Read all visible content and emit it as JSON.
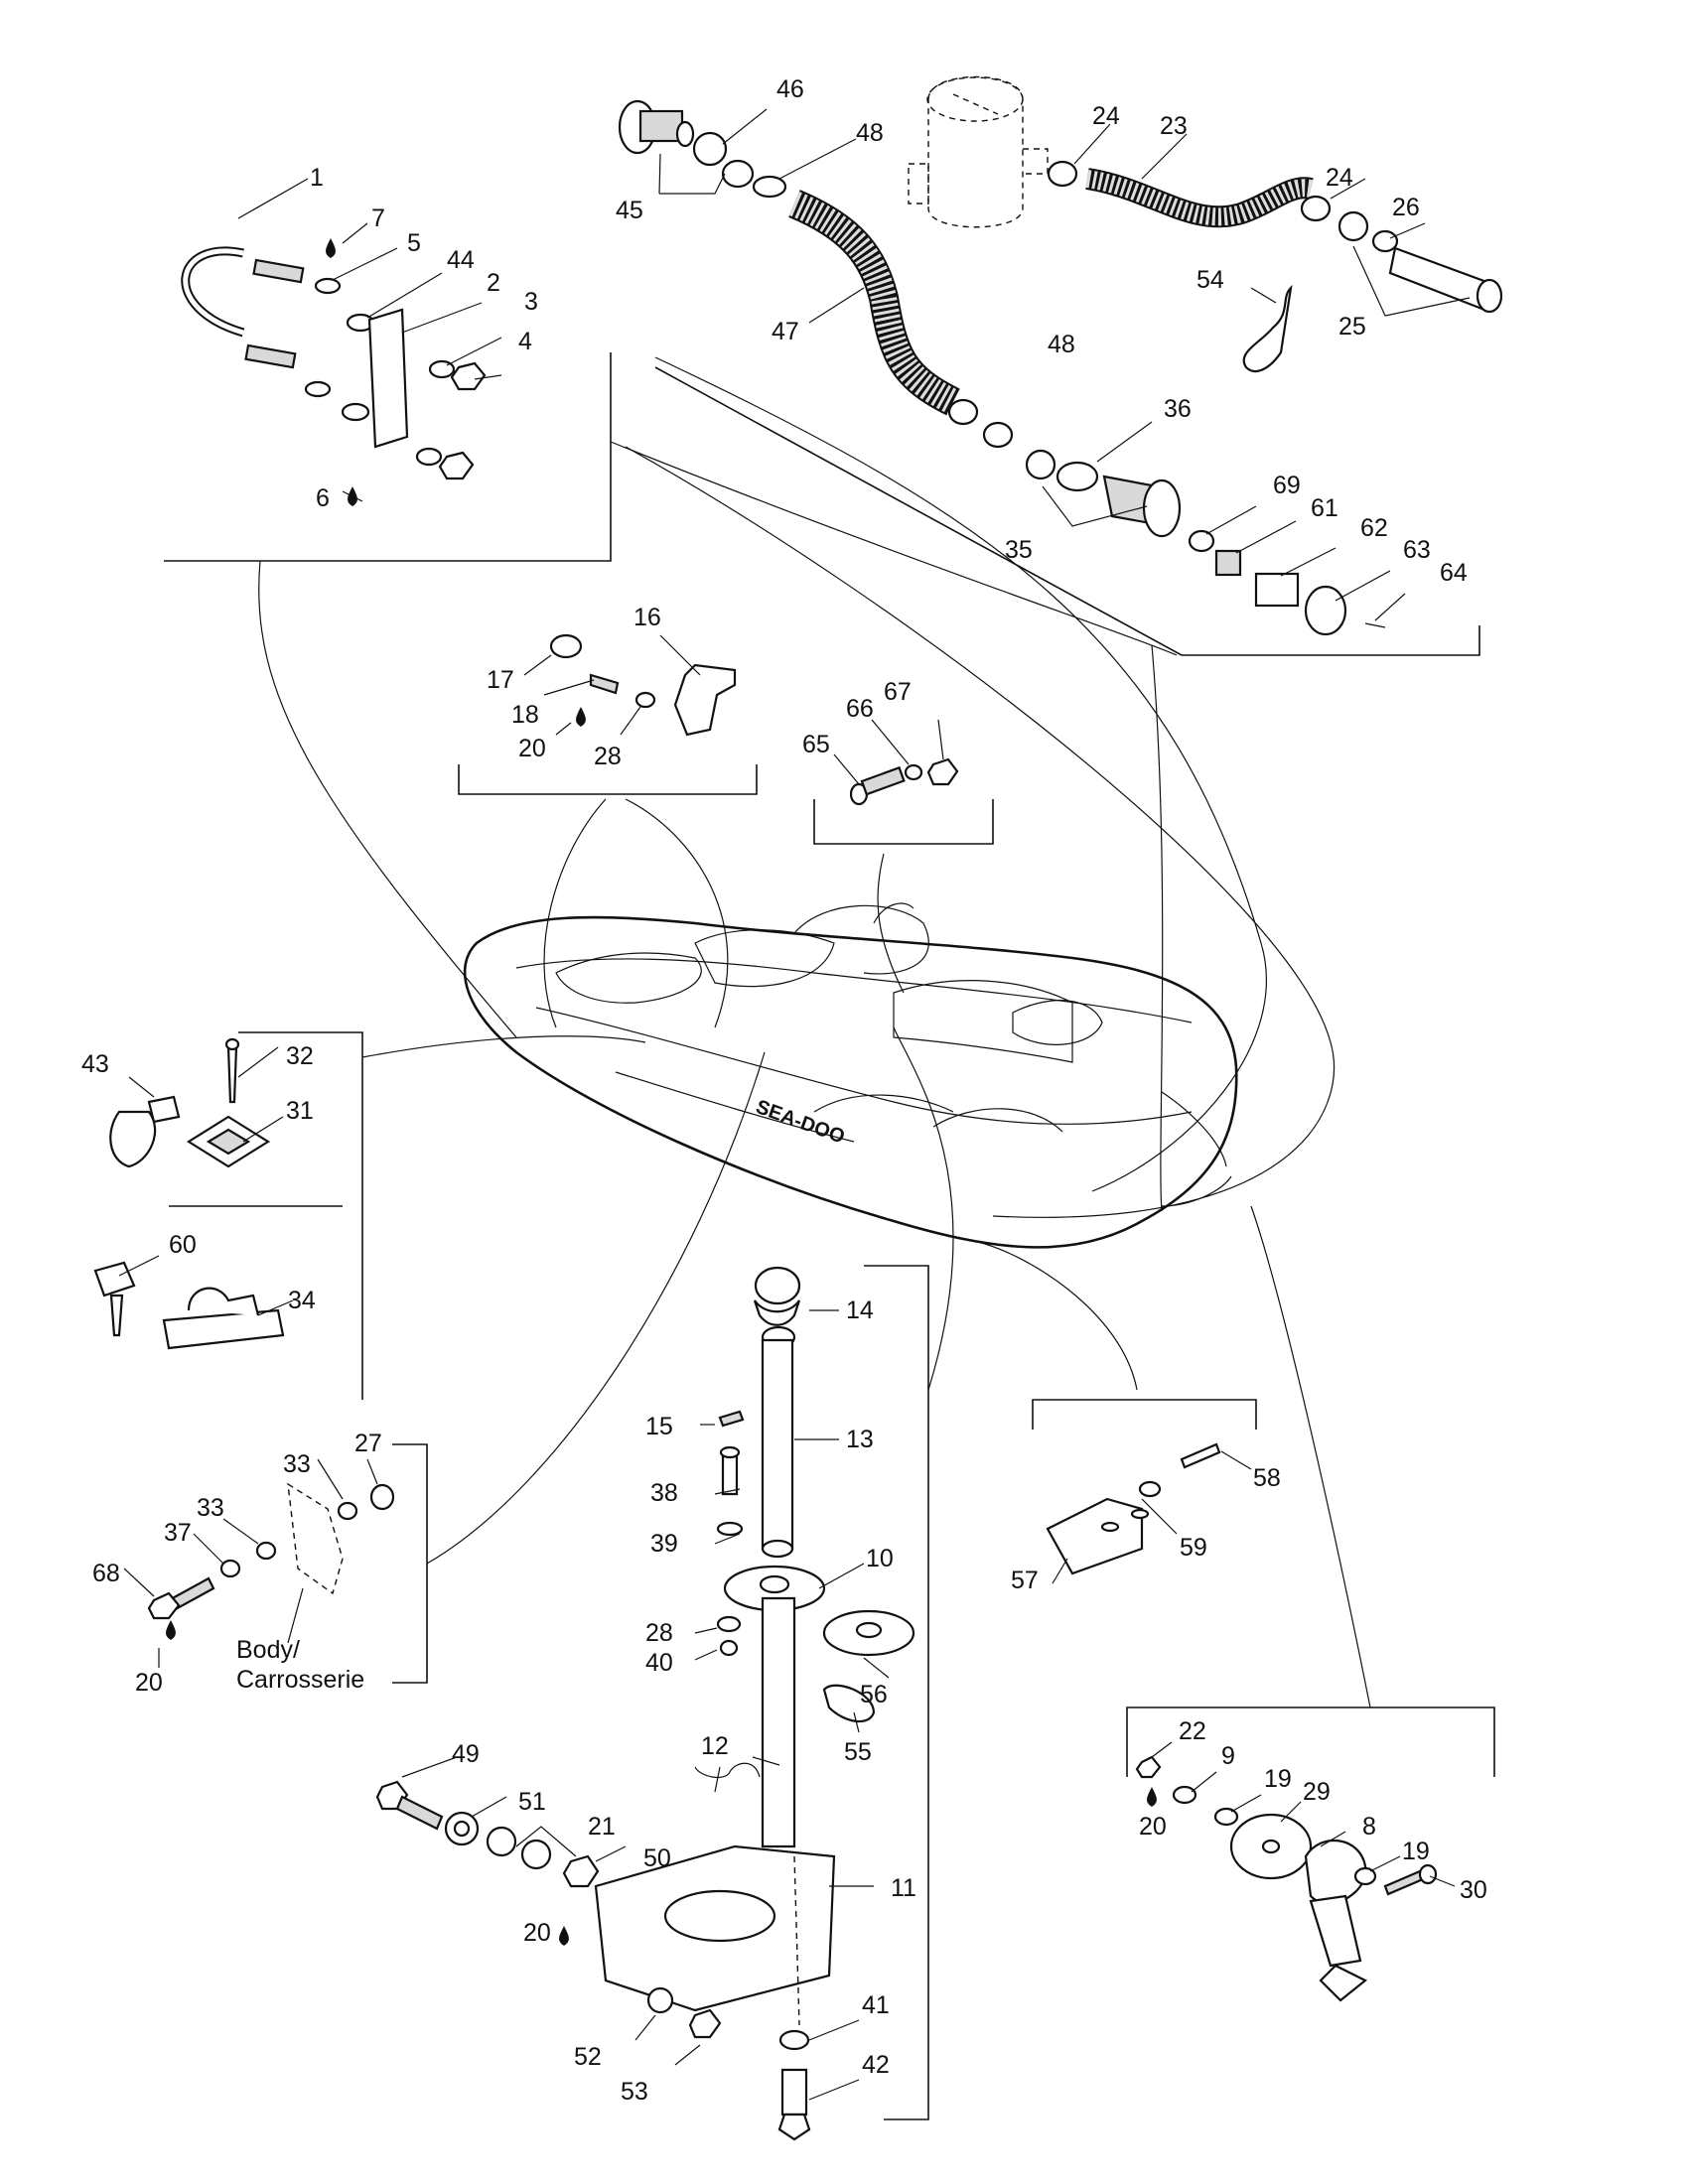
{
  "callouts": {
    "c1": "1",
    "c2": "2",
    "c3": "3",
    "c4": "4",
    "c5": "5",
    "c6": "6",
    "c7": "7",
    "c8": "8",
    "c9": "9",
    "c10": "10",
    "c11": "11",
    "c12": "12",
    "c13": "13",
    "c14": "14",
    "c15": "15",
    "c16": "16",
    "c17": "17",
    "c18": "18",
    "c19a": "19",
    "c19b": "19",
    "c20a": "20",
    "c20b": "20",
    "c20c": "20",
    "c20d": "20",
    "c21": "21",
    "c22": "22",
    "c23": "23",
    "c24a": "24",
    "c24b": "24",
    "c25": "25",
    "c26": "26",
    "c27": "27",
    "c28a": "28",
    "c28b": "28",
    "c29": "29",
    "c30": "30",
    "c31": "31",
    "c32": "32",
    "c33a": "33",
    "c33b": "33",
    "c34": "34",
    "c35": "35",
    "c36": "36",
    "c37": "37",
    "c38": "38",
    "c39": "39",
    "c40": "40",
    "c41": "41",
    "c42": "42",
    "c43": "43",
    "c44": "44",
    "c45": "45",
    "c46": "46",
    "c47": "47",
    "c48a": "48",
    "c48b": "48",
    "c49": "49",
    "c50": "50",
    "c51": "51",
    "c52": "52",
    "c53": "53",
    "c54": "54",
    "c55": "55",
    "c56": "56",
    "c57": "57",
    "c58": "58",
    "c59": "59",
    "c60": "60",
    "c61": "61",
    "c62": "62",
    "c63": "63",
    "c64": "64",
    "c65": "65",
    "c66": "66",
    "c67": "67",
    "c68": "68",
    "c69": "69"
  },
  "labels": {
    "body_line1": "Body/",
    "body_line2": "Carrosserie"
  },
  "icons": {
    "oil_drop": "oil-drop-icon"
  }
}
